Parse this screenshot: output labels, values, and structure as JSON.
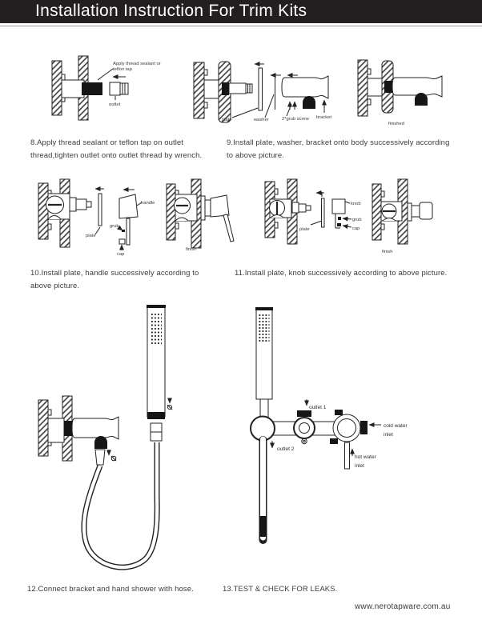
{
  "header": {
    "title": "Installation Instruction For Trim Kits"
  },
  "captions": {
    "step8": {
      "line1": "8.Apply thread sealant or teflon tap on outlet",
      "line2": "thread,tighten outlet onto outlet thread by wrench."
    },
    "step9": {
      "line1": "9.Install plate, washer, bracket onto body successively according",
      "line2": "to above picture."
    },
    "step10": {
      "line1": "10.Install plate, handle successively according to",
      "line2": "above picture."
    },
    "step11": {
      "line1": "11.Install plate, knob successively according to above picture."
    },
    "step12": {
      "line1": "12.Connect bracket and hand shower with hose."
    },
    "step13": {
      "line1": "13.TEST & CHECK FOR LEAKS."
    }
  },
  "labels": {
    "s8": {
      "note1": "Apply thread sealant or",
      "note2": "teflon tap",
      "outlet": "outlet"
    },
    "s9": {
      "plate": "plate",
      "washer": "washer",
      "grub_screw": "2*grub screw",
      "bracket": "bracket",
      "finished": "finished"
    },
    "s10": {
      "plate": "plate",
      "handle": "handle",
      "grub": "grub",
      "cap": "cap",
      "finish": "finish"
    },
    "s11": {
      "plate": "plate",
      "knob": "knob",
      "grub": "grub",
      "cap": "cap",
      "finish": "finish"
    },
    "s13": {
      "outlet1": "outlet 1",
      "outlet2": "outlet 2",
      "cold1": "cold water",
      "cold2": "inlet",
      "hot1": "hot water",
      "hot2": "inlet"
    }
  },
  "footer": {
    "website": "www.nerotapware.com.au"
  },
  "colors": {
    "header_bg": "#231f20",
    "header_text": "#ffffff",
    "caption_text": "#3d3d3d",
    "line": "#222222"
  }
}
